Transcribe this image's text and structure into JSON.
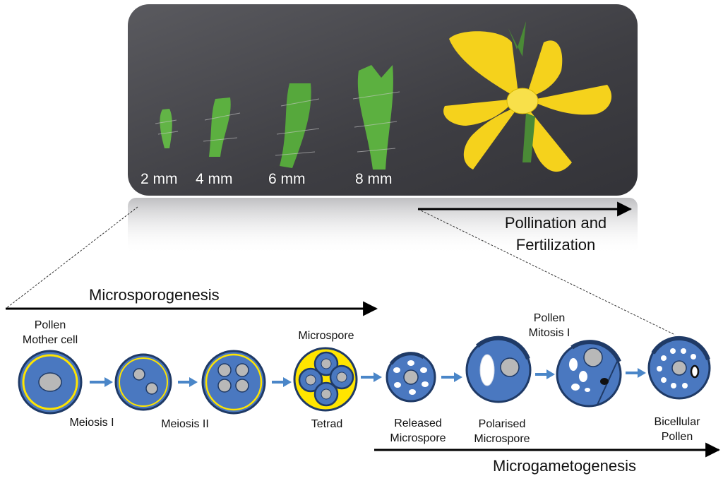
{
  "photo": {
    "bud_sizes": [
      "2 mm",
      "4 mm",
      "6 mm",
      "8 mm"
    ]
  },
  "phases": {
    "pollination": [
      "Pollination and",
      "Fertilization"
    ],
    "microsporogenesis": "Microsporogenesis",
    "microgametogenesis": "Microgametogenesis"
  },
  "stages": {
    "pollen_mother_cell": [
      "Pollen",
      "Mother cell"
    ],
    "microspore_tetrad_top": "Microspore",
    "pollen_mitosis": [
      "Pollen",
      "Mitosis I"
    ],
    "meiosis_1": "Meiosis I",
    "meiosis_2": "Meiosis II",
    "tetrad": "Tetrad",
    "released_microspore": [
      "Released",
      "Microspore"
    ],
    "polarised_microspore": [
      "Polarised",
      "Microspore"
    ],
    "bicellular_pollen": [
      "Bicellular",
      "Pollen"
    ]
  },
  "colors": {
    "cell_fill": "#4a78c0",
    "cell_border": "#1f3a66",
    "wall_yellow": "#ffe500",
    "nucleus": "#b8b8b8",
    "arrow": "#4a86c8",
    "petal": "#f5d21c",
    "bud_green": "#5cb040"
  }
}
